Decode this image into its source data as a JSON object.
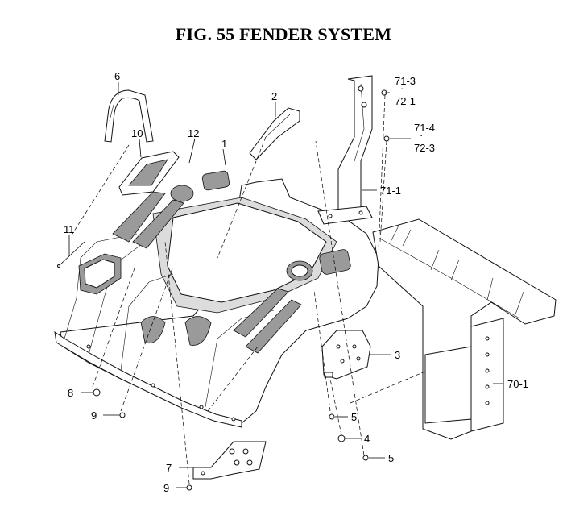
{
  "figure": {
    "title": "FIG. 55  FENDER SYSTEM"
  },
  "callouts": {
    "c1": "1",
    "c2": "2",
    "c3": "3",
    "c4": "4",
    "c5a": "5",
    "c5b": "5",
    "c6": "6",
    "c7": "7",
    "c8": "8",
    "c9a": "9",
    "c9b": "9",
    "c10": "10",
    "c11": "11",
    "c12": "12",
    "c70_1": "70-1",
    "c71_1": "71-1",
    "c71_3": "71-3",
    "c72_1": "72-1",
    "c71_4": "71-4",
    "c72_3": "72-3"
  }
}
